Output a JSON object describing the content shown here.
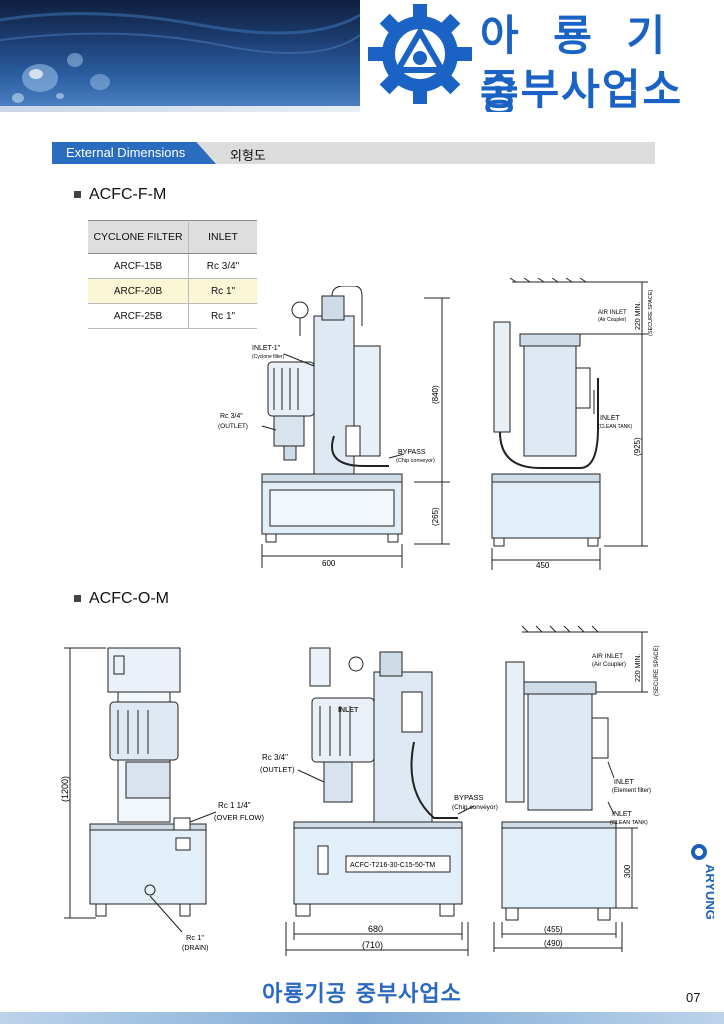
{
  "header": {
    "logo_alt": "aryung-gear-logo",
    "title_line1": "아 룡 기 공",
    "title_line2": "중부사업소",
    "brand_color": "#1a63c4"
  },
  "section": {
    "label": "External Dimensions",
    "sublabel": "외형도"
  },
  "model1": {
    "name": "ACFC-F-M",
    "table": {
      "headers": [
        "CYCLONE FILTER",
        "INLET"
      ],
      "rows": [
        [
          "ARCF-15B",
          "Rc 3/4\""
        ],
        [
          "ARCF-20B",
          "Rc 1\""
        ],
        [
          "ARCF-25B",
          "Rc 1\""
        ]
      ],
      "highlight_row": 1
    },
    "front": {
      "inlet1": "INLET-1\"",
      "inlet1_sub": "(Cyclone filter)",
      "outlet": "Rc 3/4\"",
      "outlet_sub": "(OUTLET)",
      "bypass": "BYPASS",
      "bypass_sub": "(Chip conveyor)",
      "dim_height_upper": "(840)",
      "dim_height_lower": "(265)",
      "dim_width": "600"
    },
    "side": {
      "air_inlet": "AIR INLET",
      "air_inlet_sub": "(Air Coupler)",
      "secure": "220 MIN.",
      "secure_sub": "(SECURE SPACE)",
      "inlet": "INLET",
      "inlet_sub": "(CLEAN TANK)",
      "dim_height": "(925)",
      "dim_width": "450"
    }
  },
  "model2": {
    "name": "ACFC-O-M",
    "left": {
      "dim_height": "(1200)",
      "overflow": "Rc 1 1/4\"",
      "overflow_sub": "(OVER FLOW)",
      "drain": "Rc 1\"",
      "drain_sub": "(DRAIN)"
    },
    "front": {
      "outlet": "Rc 3/4\"",
      "outlet_sub": "(OUTLET)",
      "bypass": "BYPASS",
      "bypass_sub": "(Chip conveyor)",
      "model_plate": "ACFC-T216-30-C15-50-TM",
      "motor_label": "INLET",
      "dim_width_inner": "680",
      "dim_width_outer": "(710)"
    },
    "side": {
      "air_inlet": "AIR INLET",
      "air_inlet_sub": "(Air Coupler)",
      "secure": "220 MIN.",
      "secure_sub": "(SECURE SPACE)",
      "inlet_element": "INLET",
      "inlet_element_sub": "(Element filter)",
      "inlet_clean": "INLET",
      "inlet_clean_sub": "(CLEAN TANK)",
      "dim_height": "300",
      "dim_width_inner": "(455)",
      "dim_width_outer": "(490)"
    }
  },
  "sidebar_brand": "ARYUNG",
  "footer": {
    "title": "아룡기공 중부사업소",
    "page": "07"
  }
}
